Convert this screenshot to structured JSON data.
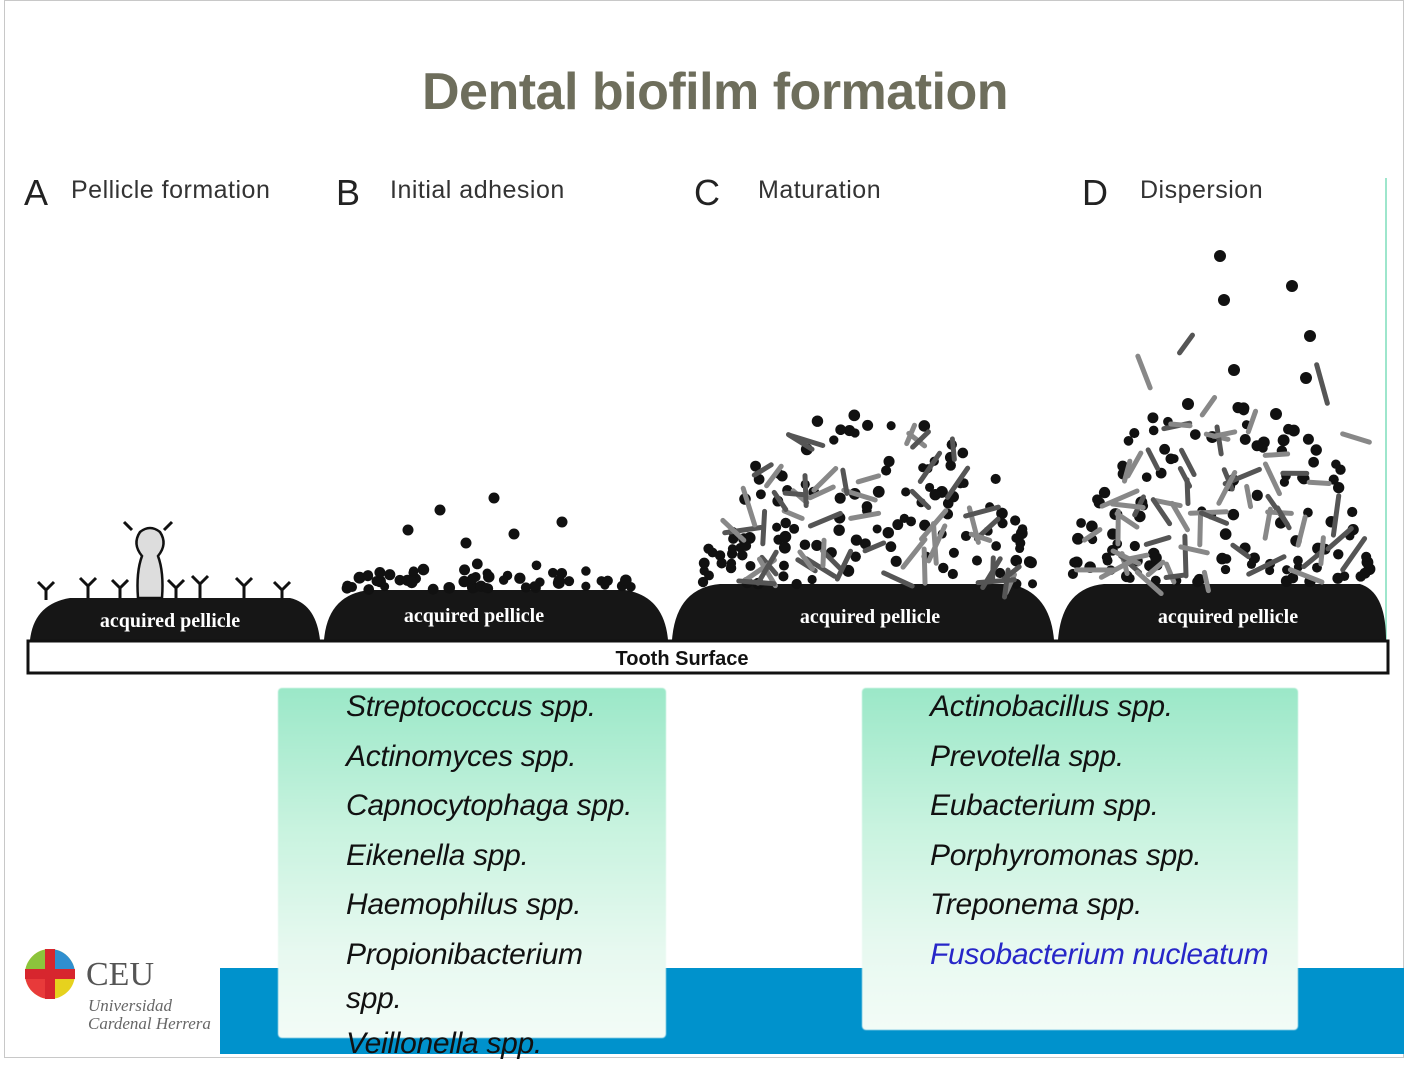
{
  "title": "Dental biofilm formation",
  "stages": [
    {
      "letter": "A",
      "name": "Pellicle formation"
    },
    {
      "letter": "B",
      "name": "Initial adhesion"
    },
    {
      "letter": "C",
      "name": "Maturation"
    },
    {
      "letter": "D",
      "name": "Dispersion"
    }
  ],
  "pellicle_label": "acquired pellicle",
  "surface_label": "Tooth  Surface",
  "early_colonizers": [
    "Streptococcus spp.",
    "Actinomyces spp.",
    "Capnocytophaga spp.",
    "Eikenella spp.",
    "Haemophilus spp.",
    "Propionibacterium",
    "spp.",
    "Veillonella spp."
  ],
  "late_colonizers": [
    "Actinobacillus spp.",
    "Prevotella spp.",
    "Eubacterium spp.",
    "Porphyromonas spp.",
    "Treponema spp.",
    "Fusobacterium nucleatum"
  ],
  "logo": {
    "name": "CEU",
    "line1": "Universidad",
    "line2": "Cardenal Herrera"
  },
  "colors": {
    "title": "#6e6e5c",
    "accent_bar": "#0092cc",
    "highlight_species": "#2727c8",
    "box_green": "#9be8c8"
  }
}
